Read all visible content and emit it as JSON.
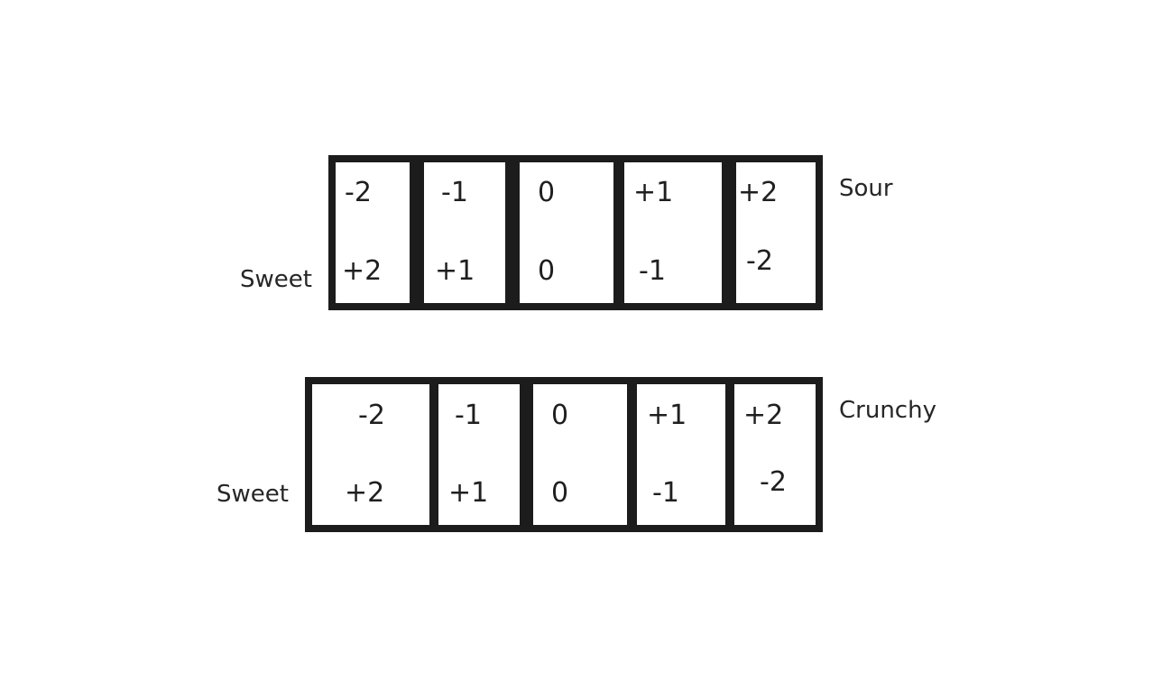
{
  "scales": [
    {
      "right_label": "Sour",
      "left_label": "Sweet",
      "cells": [
        {
          "top": "-2",
          "bottom": "+2"
        },
        {
          "top": "-1",
          "bottom": "+1"
        },
        {
          "top": "0",
          "bottom": "0"
        },
        {
          "top": "+1",
          "bottom": "-1"
        },
        {
          "top": "+2",
          "bottom": "-2"
        }
      ]
    },
    {
      "right_label": "Crunchy",
      "left_label": "Sweet",
      "cells": [
        {
          "top": "-2",
          "bottom": "+2"
        },
        {
          "top": "-1",
          "bottom": "+1"
        },
        {
          "top": "0",
          "bottom": "0"
        },
        {
          "top": "+1",
          "bottom": "-1"
        },
        {
          "top": "+2",
          "bottom": "-2"
        }
      ]
    }
  ]
}
